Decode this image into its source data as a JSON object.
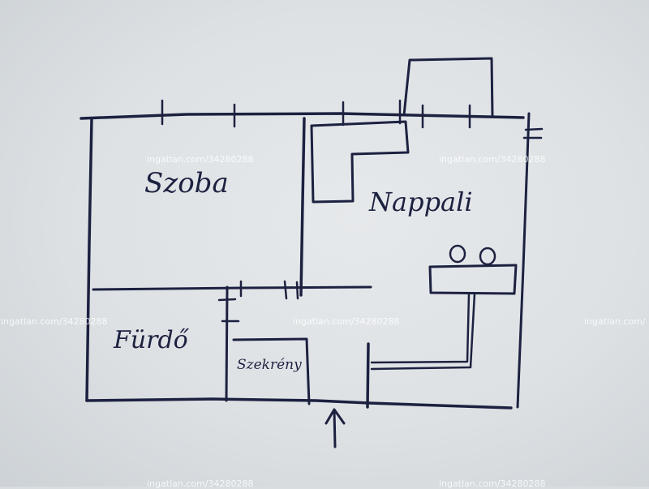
{
  "rooms": {
    "szoba": "Szoba",
    "nappali": "Nappali",
    "furdo": "Fürdő",
    "szekreny": "Szekrény"
  },
  "watermark": {
    "text": "ingatlan.com/34280288",
    "text_cut": "ingatlan.com/"
  },
  "colors": {
    "ink": "#1d2140",
    "paper": "#e3e6e8"
  }
}
